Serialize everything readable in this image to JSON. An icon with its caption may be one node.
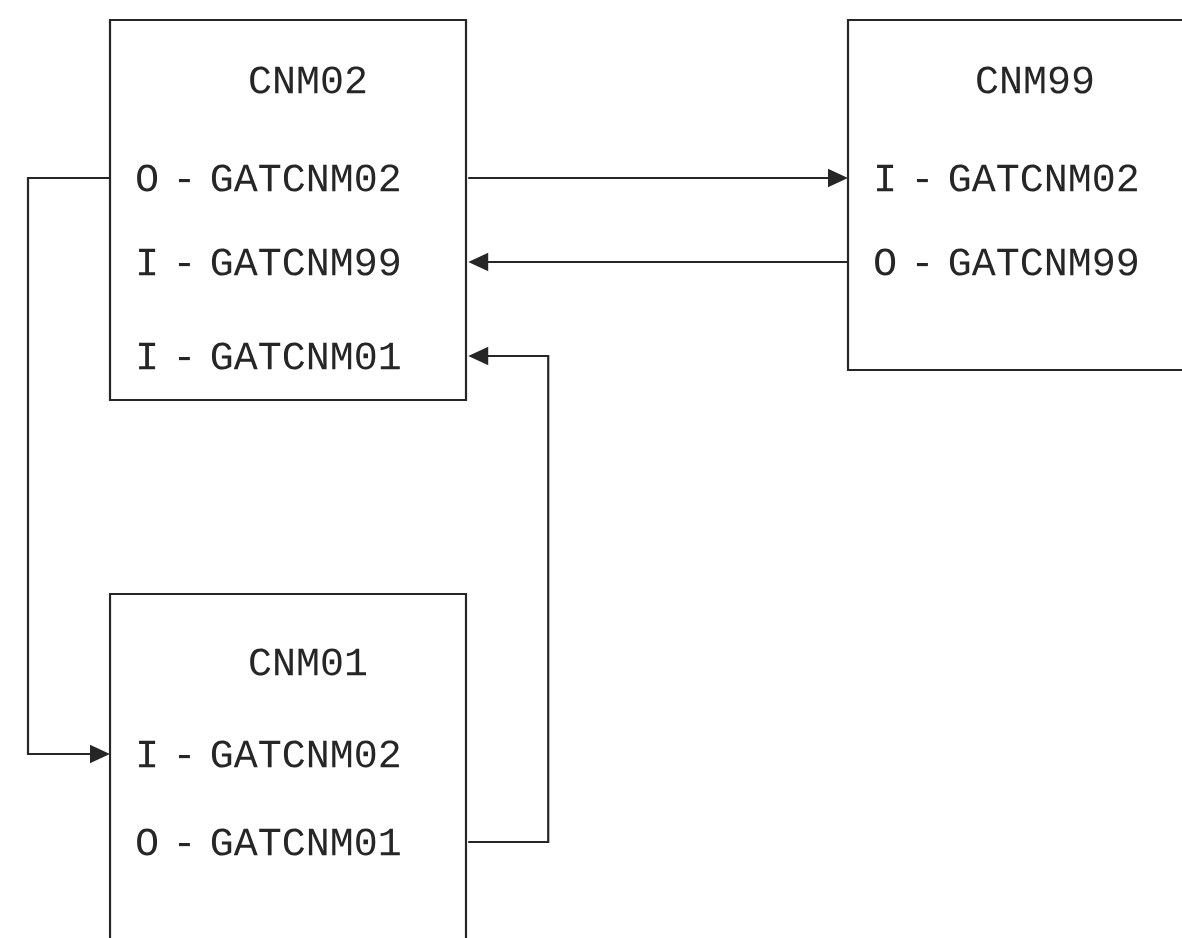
{
  "diagram": {
    "nodes": [
      {
        "text": [
          "CNM02"
        ]
      },
      {
        "text": [
          "O - GATCNM02"
        ],
        "in": 0
      },
      {
        "text": [
          "I - GATCNM99"
        ],
        "in": 0
      },
      {
        "text": [
          "I - GATCNM01"
        ],
        "in": 0
      },
      {
        "text": [
          "CNM99"
        ]
      },
      {
        "text": [
          "I - GATCNM02"
        ],
        "in": 4
      },
      {
        "text": [
          "O - GATCNM99"
        ],
        "in": 4
      },
      {
        "text": [
          "CNM01"
        ]
      },
      {
        "text": [
          "I - GATCNM02"
        ],
        "in": 7
      },
      {
        "text": [
          "O - GATCNM01"
        ],
        "in": 7
      }
    ],
    "edges": [
      {
        "from": 1,
        "to": 5,
        "arrow": "to"
      },
      {
        "from": 6,
        "to": 2,
        "arrow": "to"
      },
      {
        "from": 9,
        "to": 3,
        "arrow": "to"
      },
      {
        "from": 1,
        "to": 8,
        "arrow": "to"
      }
    ]
  }
}
